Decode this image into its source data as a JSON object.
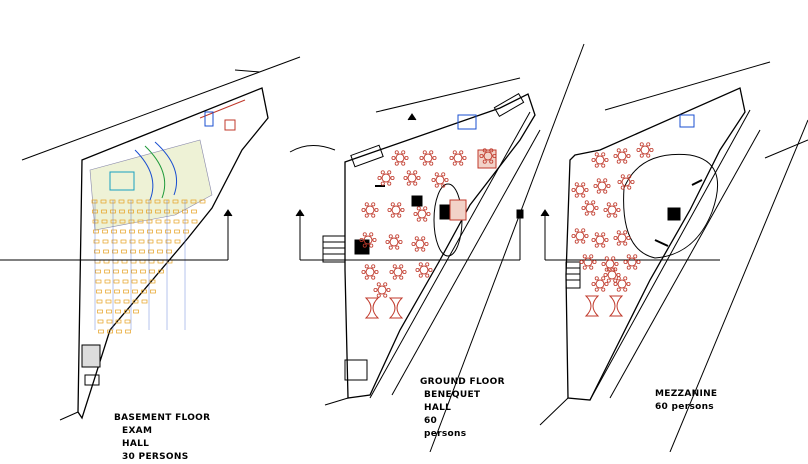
{
  "drawing": {
    "colors": {
      "line": "#000000",
      "furniture": "#c0392b",
      "grid": "#e6a020",
      "accent_blue": "#1a4fd0",
      "accent_green": "#1f9a3a",
      "accent_cyan": "#18a0c0",
      "hatch": "#e0b8a0"
    }
  },
  "plans": [
    {
      "id": "basement",
      "lines": [
        "BASEMENT FLOOR",
        "EXAM",
        "HALL",
        "30 PERSONS"
      ]
    },
    {
      "id": "ground",
      "lines": [
        "GROUND FLOOR",
        "BENEQUET",
        "HALL",
        "60",
        "persons"
      ]
    },
    {
      "id": "mezzanine",
      "lines": [
        "MEZZANINE",
        "60 persons"
      ]
    }
  ]
}
